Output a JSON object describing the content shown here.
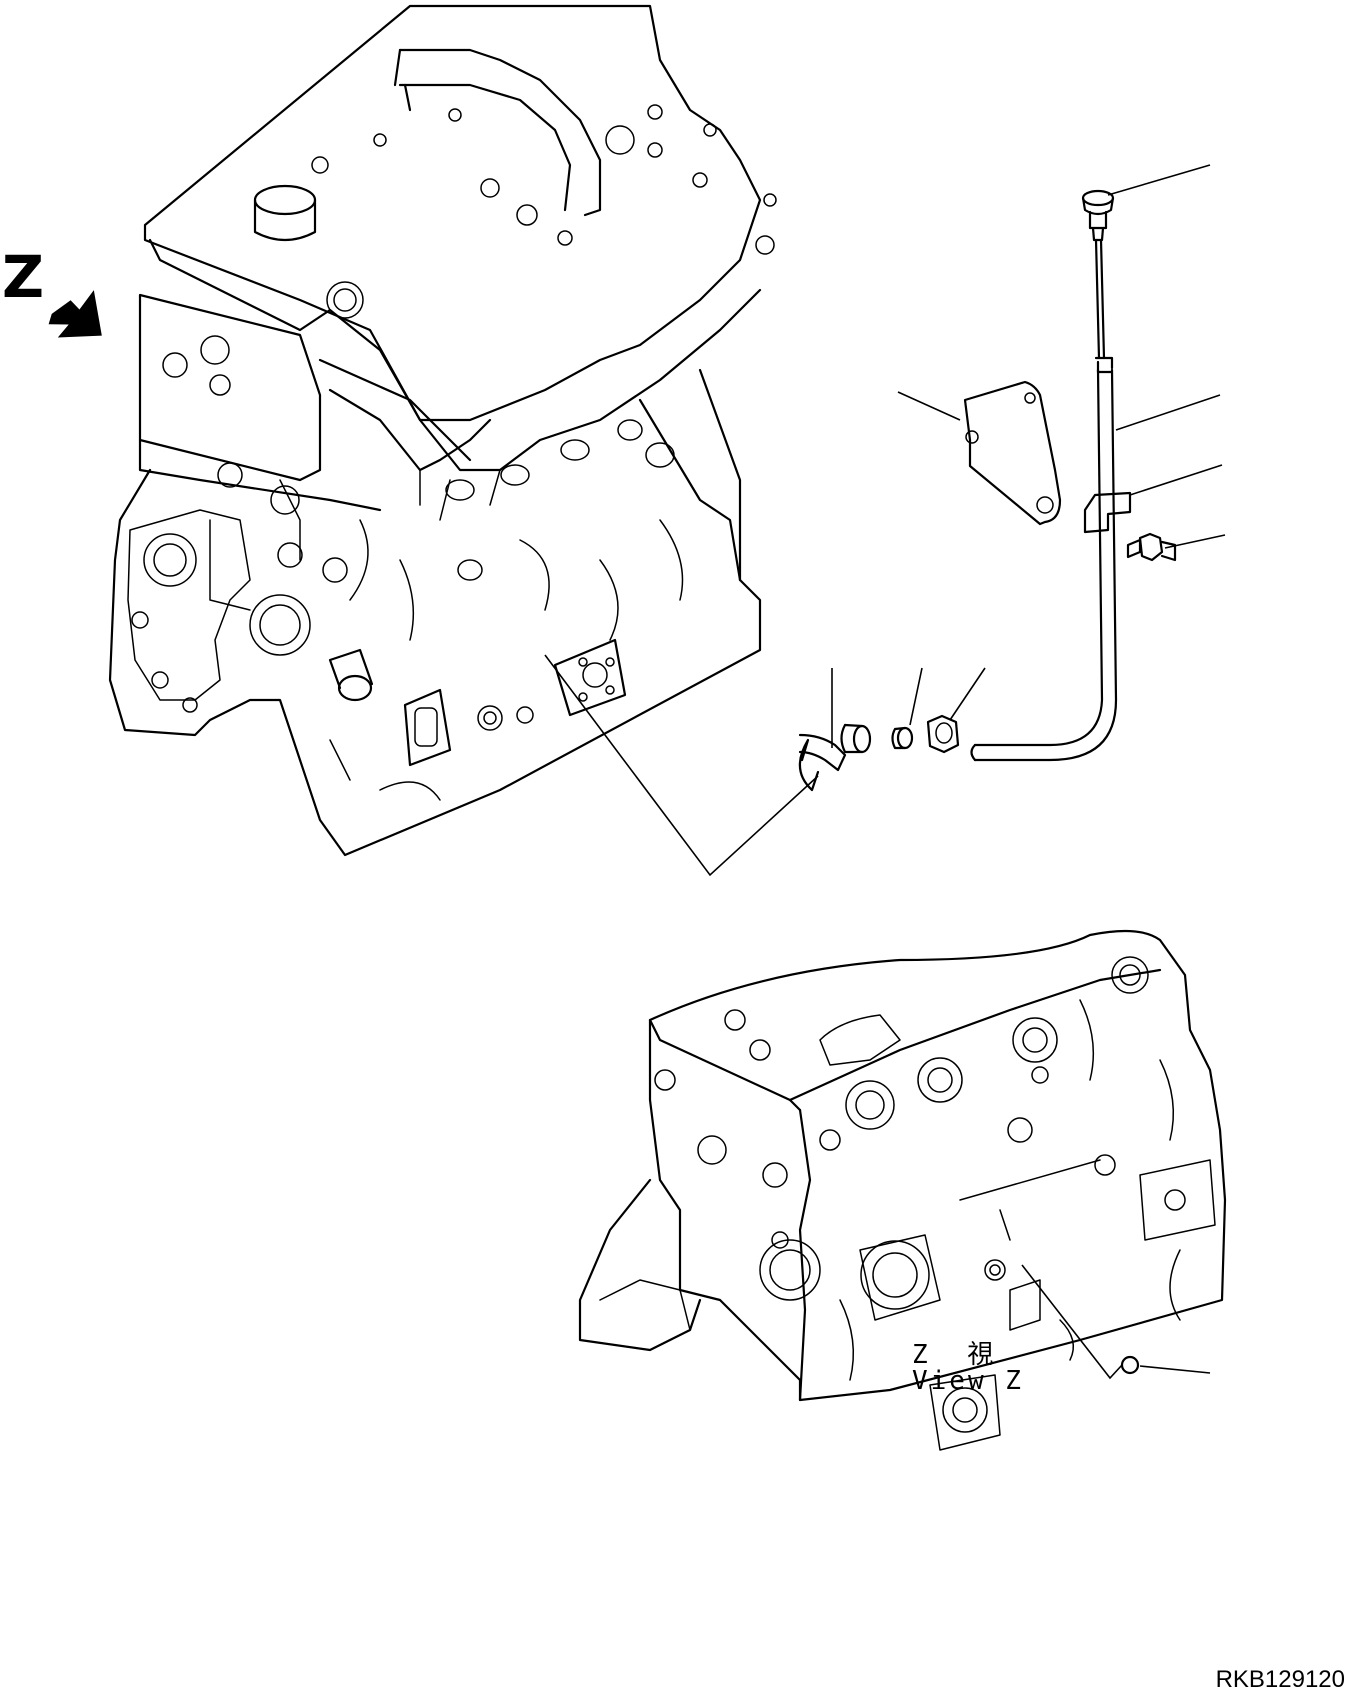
{
  "diagram": {
    "view_arrow_label": "Z",
    "view_caption_jp": "Z 視",
    "view_caption_en": "View Z",
    "drawing_code": "RKB129120"
  }
}
